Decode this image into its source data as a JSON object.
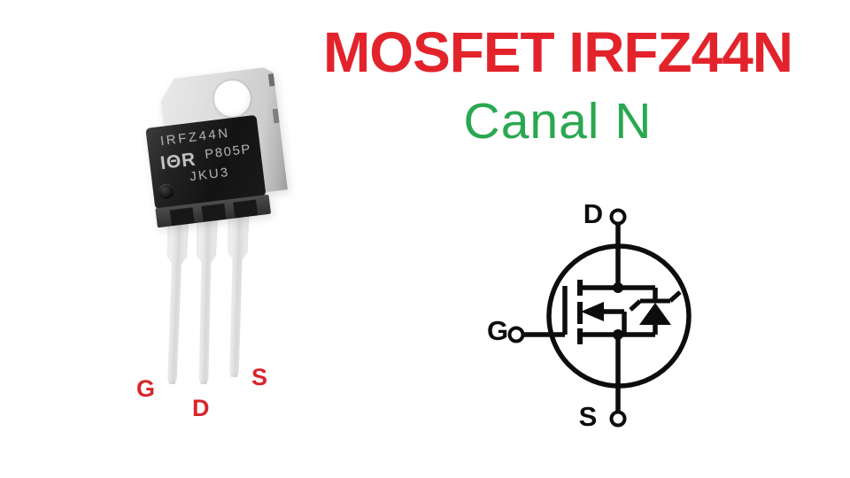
{
  "title": {
    "text": "MOSFET IRFZ44N",
    "color": "#e3232b"
  },
  "subtitle": {
    "text": "Canal N",
    "color": "#2aa851"
  },
  "photo": {
    "package": "TO-220",
    "markings": {
      "line1": "IRFZ44N",
      "logo": "IΘR",
      "line2": "P805P",
      "line3": "JKU3"
    },
    "pins": [
      "G",
      "D",
      "S"
    ],
    "pin_label_color": "#d9252b"
  },
  "symbol": {
    "type": "n-channel-mosfet",
    "terminals": {
      "drain": "D",
      "gate": "G",
      "source": "S"
    },
    "stroke_color": "#0d0d0d"
  }
}
